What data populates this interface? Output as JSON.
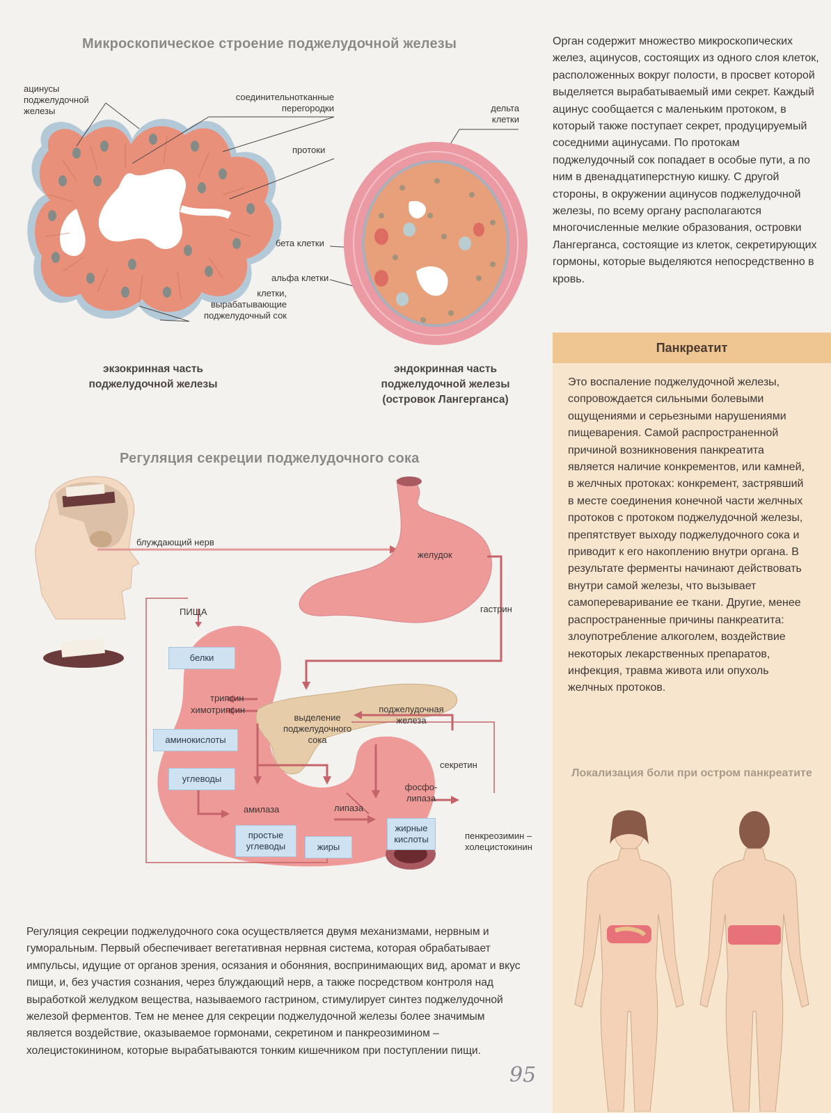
{
  "micro": {
    "title": "Микроскопическое строение поджелудочной железы",
    "labels": {
      "acini": "ацинусы поджелудочной железы",
      "septa": "соединительнотканные перегородки",
      "ducts": "протоки",
      "delta": "дельта клетки",
      "beta": "бета клетки",
      "alpha": "альфа клетки",
      "juice_cells": "клетки, вырабатывающие поджелудочный сок"
    },
    "caption_exo": "экзокринная часть поджелудочной железы",
    "caption_endo_1": "эндокринная часть",
    "caption_endo_2": "поджелудочной железы",
    "caption_endo_3": "(островок Лангерганса)"
  },
  "intro_text": "Орган содержит множество микроскопических желез, ацинусов, состоящих из одного слоя клеток, расположенных вокруг полости, в просвет которой выделяется вырабатываемый ими секрет. Каждый ацинус сообщается с маленьким протоком, в который также поступает секрет, продуцируемый соседними ацинусами. По протокам поджелудочный сок попадает в особые пути, а по ним в двенадцатиперстную кишку. С другой стороны, в окружении ацинусов поджелудочной железы, по всему органу располагаются многочисленные мелкие образования, островки Лангерганса, состоящие из клеток, секретирующих гормоны, которые выделяются непосредственно в кровь.",
  "regulation": {
    "title": "Регуляция секреции поджелудочного сока",
    "labels": {
      "nerve": "блуждающий нерв",
      "stomach": "желудок",
      "gastrin": "гастрин",
      "food": "ПИЩА",
      "proteins": "белки",
      "trypsin": "трипсин",
      "chymotrypsin": "химотрипсин",
      "amino": "аминокислоты",
      "secretion_1": "выделение",
      "secretion_2": "поджелудочного",
      "secretion_3": "сока",
      "pancreas_1": "поджелудочная",
      "pancreas_2": "железа",
      "secretin": "секретин",
      "carbs": "углеводы",
      "phospho_1": "фосфо-",
      "phospho_2": "липаза",
      "amylase": "амилаза",
      "lipase": "липаза",
      "simple_1": "простые",
      "simple_2": "углеводы",
      "fats": "жиры",
      "fatty_1": "жирные",
      "fatty_2": "кислоты",
      "cck_1": "пенкреозимин –",
      "cck_2": "холецистокинин"
    }
  },
  "bottom_text": "Регуляция секреции поджелудочного сока осуществляется двумя механизмами, нервным и гуморальным. Первый обеспечивает вегетативная нервная система, которая обрабатывает импульсы, идущие от органов зрения, осязания и обоняния, воспринимающих вид, аромат и вкус пищи, и, без участия сознания, через блуждающий нерв, а также посредством контроля над выработкой желудком вещества, называемого гастрином, стимулирует синтез поджелудочной железой ферментов. Тем не менее для секреции поджелудочной железы более значимым является воздействие, оказываемое гормонами, секретином и панкреозимином – холецистокинином, которые вырабатываются тонким кишечником при поступлении пищи.",
  "page_number": "95",
  "sidebar": {
    "title": "Панкреатит",
    "text": "Это воспаление поджелудочной железы, сопровождается сильными болевыми ощущениями и серьезными нарушениями пищеварения. Самой распространенной причиной возникновения панкреатита является наличие конкрементов, или камней, в желчных протоках: конкремент, застрявший в месте соединения конечной части желчных протоков с протоком поджелудочной железы, препятствует выходу поджелудочного сока и приводит к его накоплению внутри органа. В результате ферменты начинают действовать внутри самой железы, что вызывает самопереваривание ее ткани. Другие, менее распространенные причины панкреатита: злоупотребление алкоголем, воздействие некоторых лекарственных препаратов, инфекция, травма живота или опухоль желчных протоков.",
    "pain_title": "Локализация боли при остром панкреатите"
  },
  "colors": {
    "tissue": "#e8907a",
    "membrane": "#7fa7c4",
    "organ": "#ee9a98",
    "box": "#cfe2f2",
    "arrow": "#c4646a",
    "sidebar": "#f7e6cd",
    "sidebar_head": "#efc592"
  }
}
